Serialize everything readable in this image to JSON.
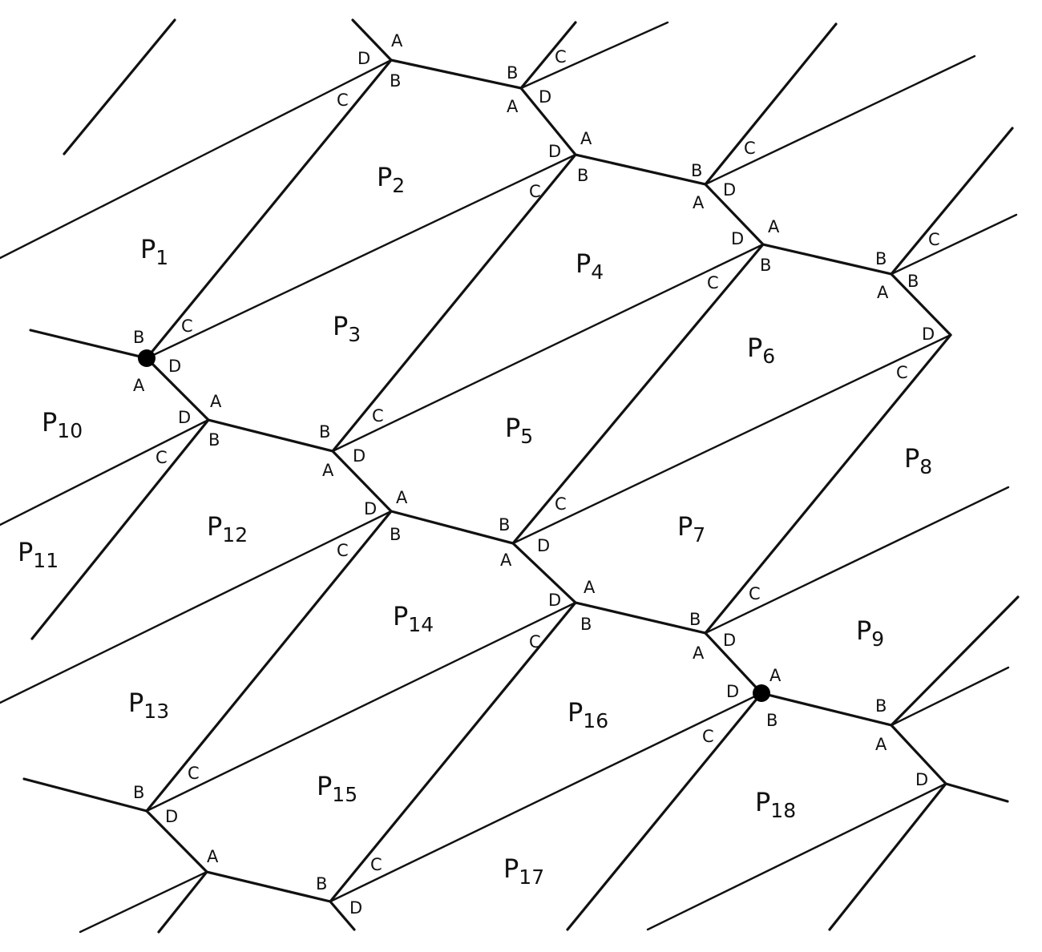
{
  "regions": [
    {
      "id": "P1",
      "letter": "P",
      "sub": "1"
    },
    {
      "id": "P2",
      "letter": "P",
      "sub": "2"
    },
    {
      "id": "P3",
      "letter": "P",
      "sub": "3"
    },
    {
      "id": "P4",
      "letter": "P",
      "sub": "4"
    },
    {
      "id": "P5",
      "letter": "P",
      "sub": "5"
    },
    {
      "id": "P6",
      "letter": "P",
      "sub": "6"
    },
    {
      "id": "P7",
      "letter": "P",
      "sub": "7"
    },
    {
      "id": "P8",
      "letter": "P",
      "sub": "8"
    },
    {
      "id": "P9",
      "letter": "P",
      "sub": "9"
    },
    {
      "id": "P10",
      "letter": "P",
      "sub": "10"
    },
    {
      "id": "P11",
      "letter": "P",
      "sub": "11"
    },
    {
      "id": "P12",
      "letter": "P",
      "sub": "12"
    },
    {
      "id": "P13",
      "letter": "P",
      "sub": "13"
    },
    {
      "id": "P14",
      "letter": "P",
      "sub": "14"
    },
    {
      "id": "P15",
      "letter": "P",
      "sub": "15"
    },
    {
      "id": "P16",
      "letter": "P",
      "sub": "16"
    },
    {
      "id": "P17",
      "letter": "P",
      "sub": "17"
    },
    {
      "id": "P18",
      "letter": "P",
      "sub": "18"
    }
  ],
  "vertex_labels": [
    "A",
    "B",
    "C",
    "D"
  ],
  "highlighted_vertex_count": 2
}
